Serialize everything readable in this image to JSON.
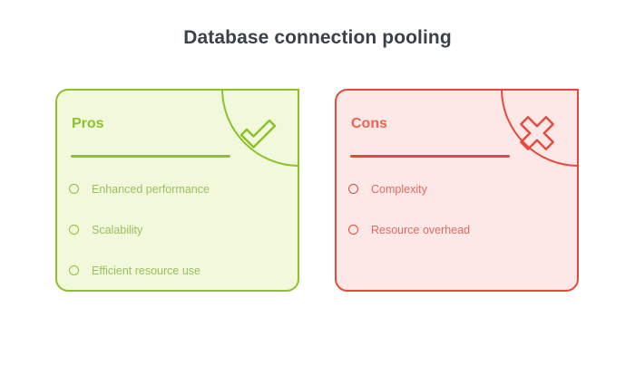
{
  "page": {
    "title": "Database connection pooling",
    "background_color": "#ffffff",
    "title_color": "#3a4149"
  },
  "cards": [
    {
      "id": "pros",
      "heading": "Pros",
      "icon": "check-mark-icon",
      "accent_color": "#8cc227",
      "heading_color": "#8cc227",
      "fill_color": "#f1f8db",
      "text_color": "#9cbf5d",
      "items": [
        {
          "label": "Enhanced performance"
        },
        {
          "label": "Scalability"
        },
        {
          "label": "Efficient resource use"
        }
      ]
    },
    {
      "id": "cons",
      "heading": "Cons",
      "icon": "cross-mark-icon",
      "accent_color": "#e8483b",
      "heading_color": "#f4604d",
      "fill_color": "#fce8e6",
      "text_color": "#e8685c",
      "items": [
        {
          "label": "Complexity"
        },
        {
          "label": "Resource overhead"
        }
      ]
    }
  ]
}
